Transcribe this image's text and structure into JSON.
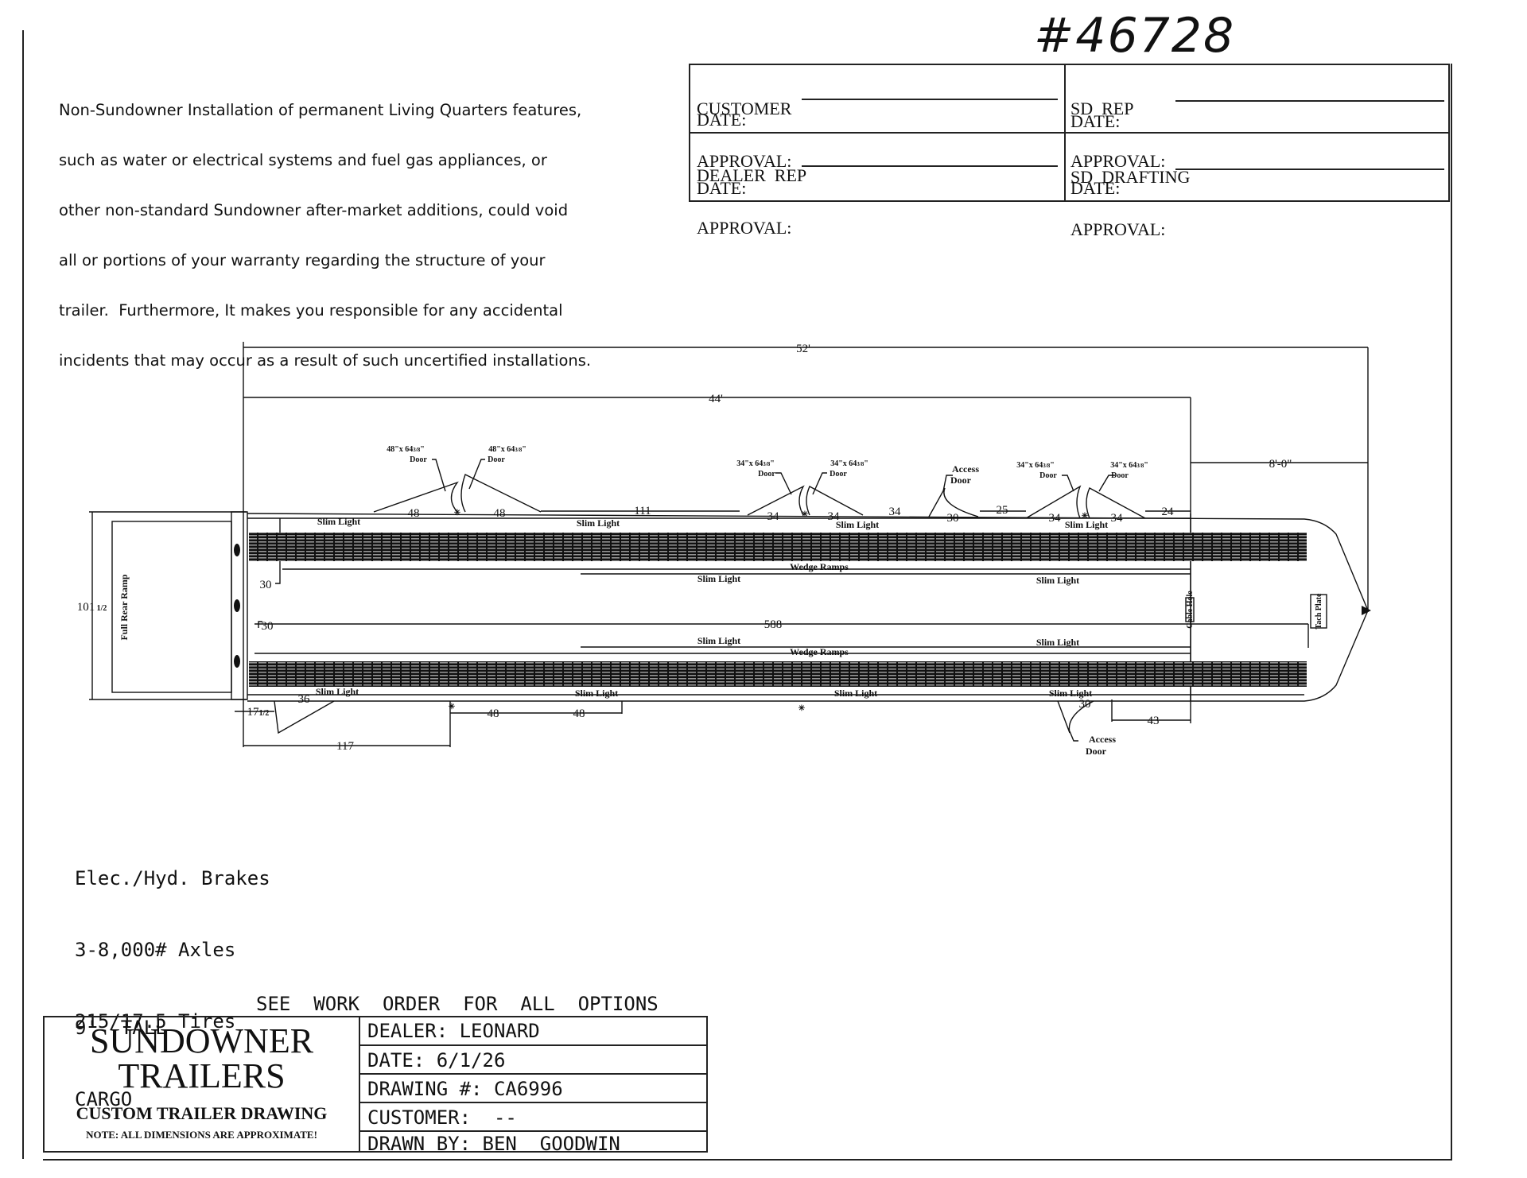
{
  "handwritten_number": "#46728",
  "disclaimer": {
    "lines": [
      "Non-Sundowner Installation of permanent Living Quarters features,",
      "such as water or electrical systems and fuel gas appliances, or",
      "other non-standard Sundowner after-market additions, could void",
      "all or portions of your warranty regarding the structure of your",
      "trailer.  Furthermore, It makes you responsible for any accidental",
      "incidents that may occur as a result of such uncertified installations."
    ]
  },
  "approvals": {
    "customer": {
      "title": "CUSTOMER",
      "approval": "APPROVAL:",
      "date": "DATE:"
    },
    "sd_rep": {
      "title": "SD  REP",
      "approval": "APPROVAL:",
      "date": "DATE:"
    },
    "dealer_rep": {
      "title": "DEALER  REP",
      "approval": "APPROVAL:",
      "date": "DATE:"
    },
    "sd_drafting": {
      "title": "SD  DRAFTING",
      "approval": "APPROVAL:",
      "date": "DATE:"
    }
  },
  "drawing": {
    "dims": {
      "overall": "52'",
      "box": "44'",
      "nose": "8'-0\"",
      "height": "101",
      "height_frac": "1/2",
      "ramp_offset": "17",
      "ramp_offset_frac": "1/2",
      "d30_top": "30",
      "d30_bottom": "30",
      "d588": "588",
      "d36": "36",
      "d117": "117",
      "d48a": "48",
      "d48b": "48",
      "d48c": "48",
      "d48d": "48",
      "d111": "111",
      "d34a": "34",
      "d34b": "34",
      "d34c": "34",
      "d30_access": "30",
      "d25": "25",
      "d34d": "34",
      "d34e": "34",
      "d24": "24",
      "d43": "43",
      "d30_access_bottom": "30"
    },
    "labels": {
      "slim_light": "Slim Light",
      "wedge_ramps": "Wedge Ramps",
      "full_rear_ramp": "Full Rear Ramp",
      "access": "Access",
      "door": "Door",
      "size_48": "48\"x 64",
      "size_34": "34\"x 64",
      "frac_38": "3/8",
      "frac_38_suffix": "\"",
      "tach_plate": "Tach Plate",
      "cable": "Cable Hole"
    }
  },
  "notes": {
    "brakes": "Elec./Hyd. Brakes",
    "axles": "3-8,000# Axles",
    "tires": "215/17.5 Tires",
    "tall": "9'  TALL",
    "cargo": "CARGO",
    "see_work_order": "SEE  WORK  ORDER  FOR  ALL  OPTIONS"
  },
  "title_block": {
    "brand_line1": "SUNDOWNER",
    "brand_line2": "TRAILERS",
    "custom": "CUSTOM  TRAILER  DRAWING",
    "note": "NOTE: ALL DIMENSIONS ARE APPROXIMATE!",
    "dealer": "DEALER: LEONARD",
    "date": "DATE: 6/1/26",
    "drawing_no": "DRAWING #: CA6996",
    "customer": "CUSTOMER:  --",
    "drawn_by": "DRAWN BY: BEN  GOODWIN"
  }
}
